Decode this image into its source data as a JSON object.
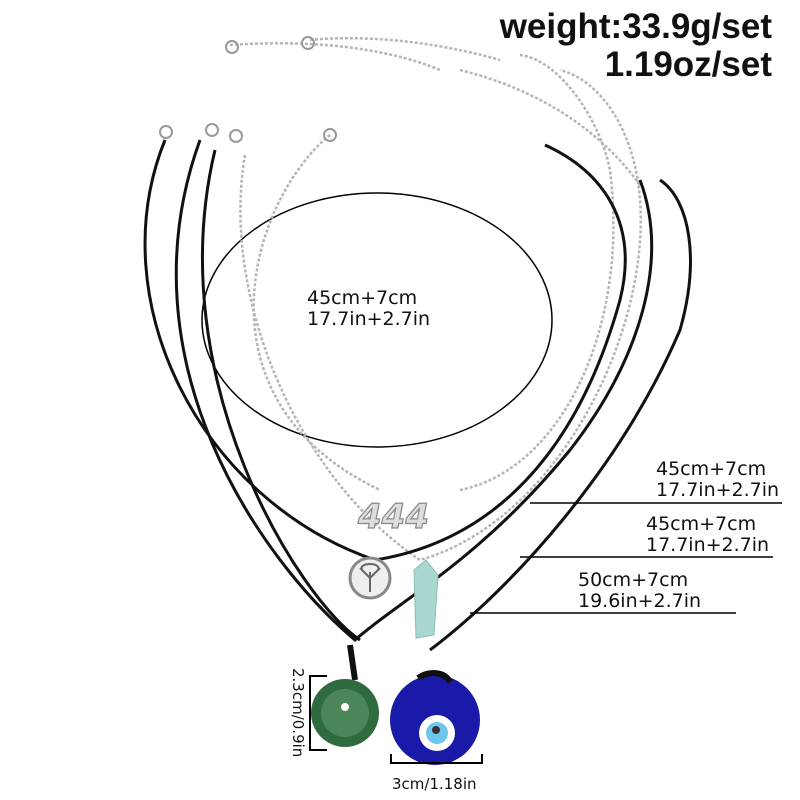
{
  "weight": {
    "grams": "weight:33.9g/set",
    "ounces": "1.19oz/set"
  },
  "oval_label": {
    "cm": "45cm+7cm",
    "in": "17.7in+2.7in"
  },
  "length_labels": [
    {
      "cm": "45cm+7cm",
      "in": "17.7in+2.7in"
    },
    {
      "cm": "45cm+7cm",
      "in": "17.7in+2.7in"
    },
    {
      "cm": "50cm+7cm",
      "in": "19.6in+2.7in"
    }
  ],
  "pendant_sizes": {
    "green_disc": "2.3cm/0.9in",
    "evil_eye": "3cm/1.18in"
  },
  "pendant_text": "444",
  "colors": {
    "cord": "#111111",
    "chain": "#b8b8b8",
    "green": "#2f6b3c",
    "blue": "#1a1aa8",
    "crystal": "#a8d8d0"
  }
}
